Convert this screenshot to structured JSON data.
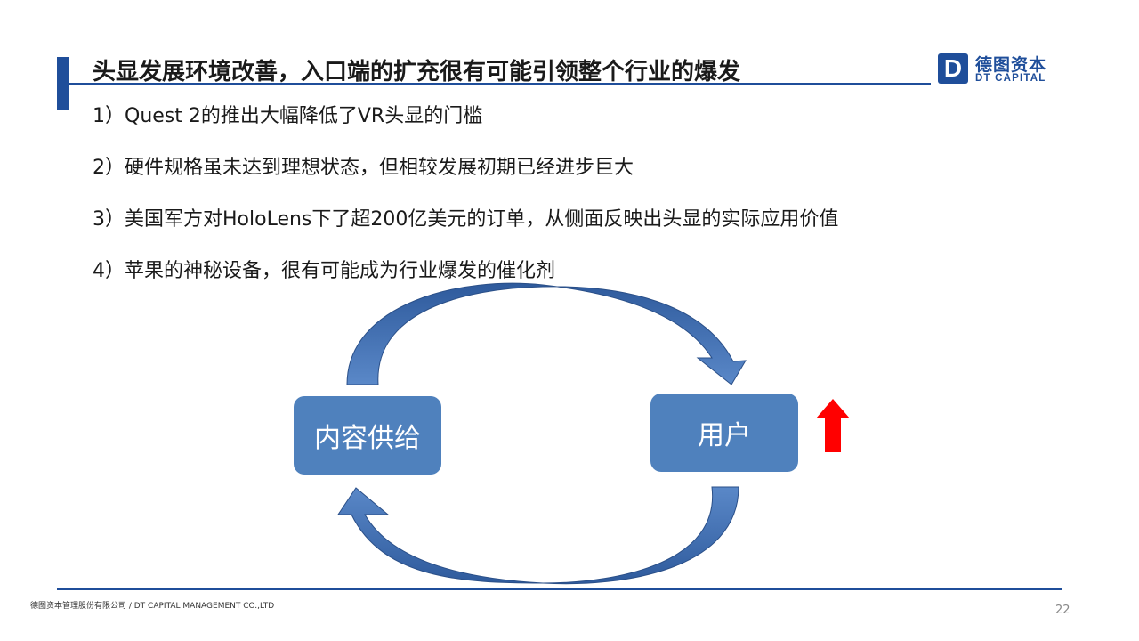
{
  "slide": {
    "title": "头显发展环境改善，入口端的扩充很有可能引领整个行业的爆发",
    "logo": {
      "mark_letter": "D",
      "cn_name": "德图资本",
      "en_name": "DT CAPITAL"
    },
    "bullets": [
      "1）Quest 2的推出大幅降低了VR头显的门槛",
      "2）硬件规格虽未达到理想状态，但相较发展初期已经进步巨大",
      "3）美国军方对HoloLens下了超200亿美元的订单，从侧面反映出头显的实际应用价值",
      "4）苹果的神秘设备，很有可能成为行业爆发的催化剂"
    ],
    "diagram": {
      "left_box": "内容供给",
      "right_box": "用户",
      "box_color": "#4f81bd",
      "arrow_color": "#3c64a0",
      "up_arrow_color": "#ff0000"
    },
    "footer": {
      "company": "德图资本管理股份有限公司 / DT CAPITAL MANAGEMENT CO.,LTD",
      "page_number": "22"
    },
    "accent_color": "#1f4e9a"
  }
}
